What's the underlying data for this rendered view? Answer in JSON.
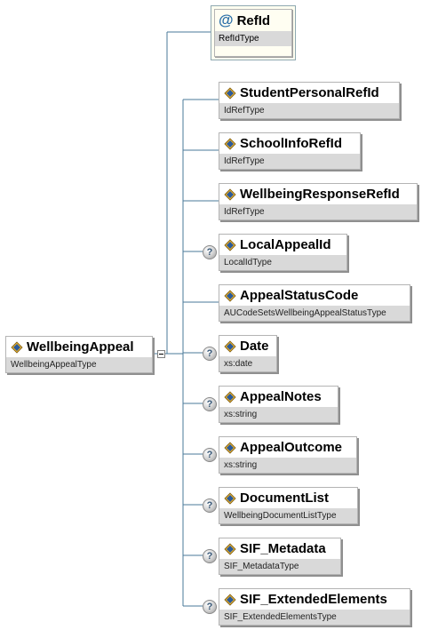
{
  "root": {
    "name": "WellbeingAppeal",
    "type": "WellbeingAppealType"
  },
  "attribute": {
    "name": "RefId",
    "type": "RefIdType"
  },
  "children": [
    {
      "name": "StudentPersonalRefId",
      "type": "IdRefType",
      "optional": false
    },
    {
      "name": "SchoolInfoRefId",
      "type": "IdRefType",
      "optional": false
    },
    {
      "name": "WellbeingResponseRefId",
      "type": "IdRefType",
      "optional": false
    },
    {
      "name": "LocalAppealId",
      "type": "LocalIdType",
      "optional": true
    },
    {
      "name": "AppealStatusCode",
      "type": "AUCodeSetsWellbeingAppealStatusType",
      "optional": false
    },
    {
      "name": "Date",
      "type": "xs:date",
      "optional": true
    },
    {
      "name": "AppealNotes",
      "type": "xs:string",
      "optional": true
    },
    {
      "name": "AppealOutcome",
      "type": "xs:string",
      "optional": true
    },
    {
      "name": "DocumentList",
      "type": "WellbeingDocumentListType",
      "optional": true
    },
    {
      "name": "SIF_Metadata",
      "type": "SIF_MetadataType",
      "optional": true
    },
    {
      "name": "SIF_ExtendedElements",
      "type": "SIF_ExtendedElementsType",
      "optional": true
    }
  ],
  "colors": {
    "line": "#4a7a9a",
    "type_bar": "#d9d9d9",
    "attribute_bg": "#fffff0"
  },
  "icons": {
    "element": "element-diamond-icon",
    "optional": "optional-question-icon",
    "attribute": "at-sign-icon"
  }
}
